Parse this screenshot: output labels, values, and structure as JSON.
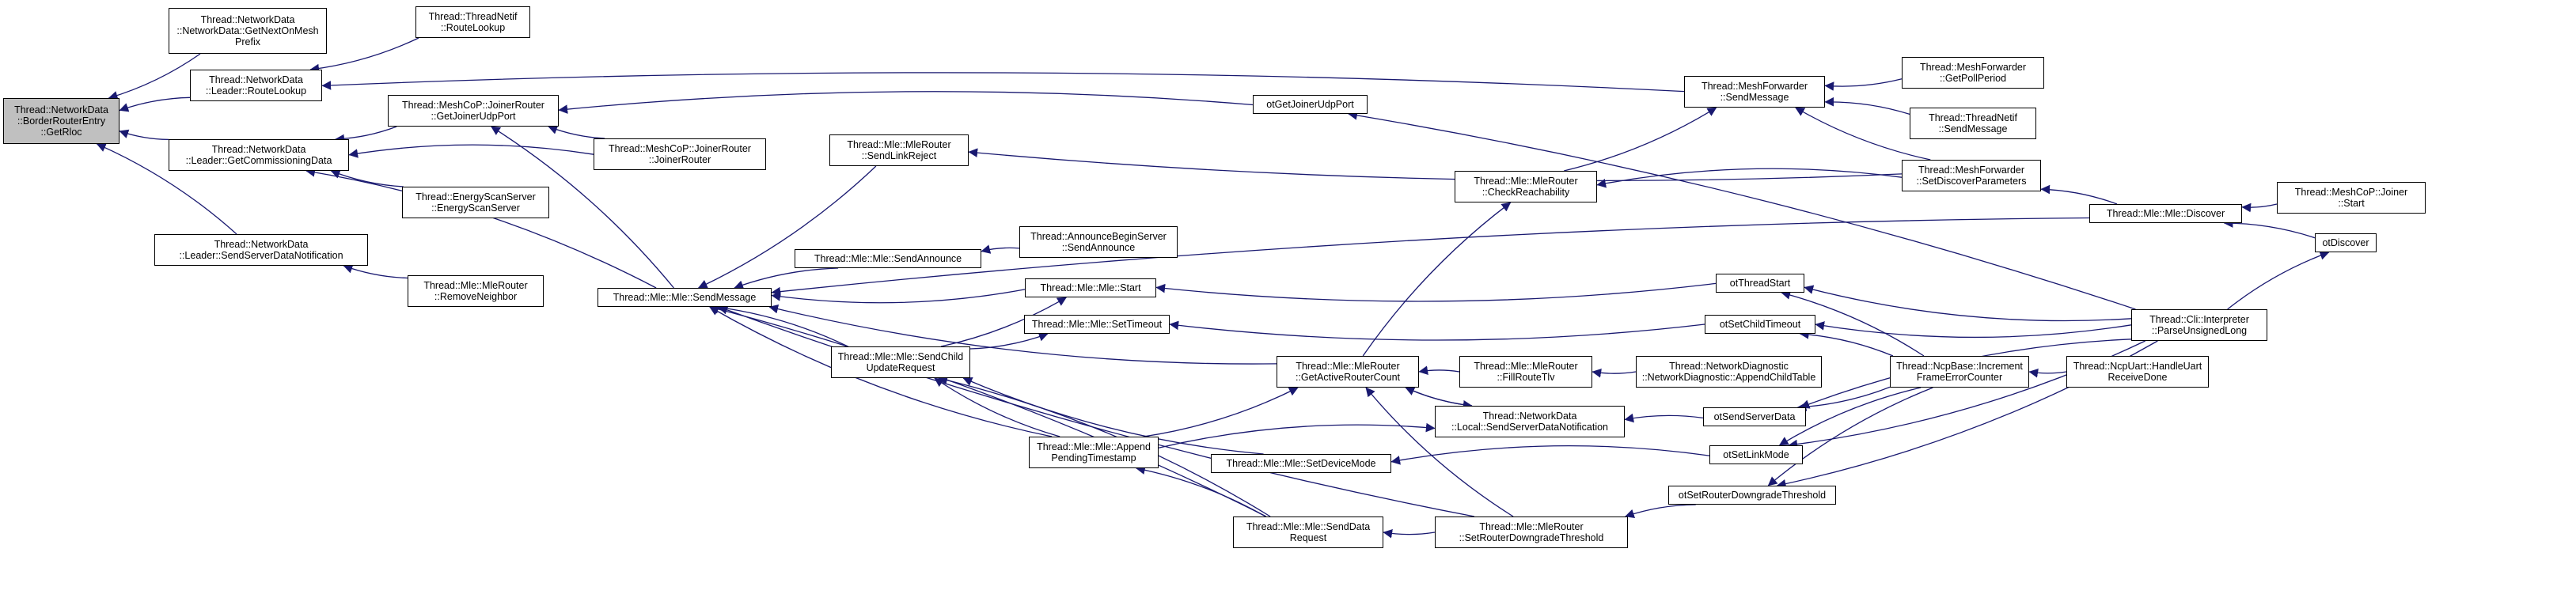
{
  "graph": {
    "edge_color": "#191970",
    "root_fill": "#c0c0c0",
    "node_fill": "#ffffff",
    "nodes": [
      {
        "id": "root",
        "lines": [
          "Thread::NetworkData",
          "::BorderRouterEntry",
          "::GetRloc"
        ]
      },
      {
        "id": "getnext",
        "lines": [
          "Thread::NetworkData",
          "::NetworkData::GetNextOnMesh",
          "Prefix"
        ]
      },
      {
        "id": "routelookup",
        "lines": [
          "Thread::NetworkData",
          "::Leader::RouteLookup"
        ]
      },
      {
        "id": "getcomm",
        "lines": [
          "Thread::NetworkData",
          "::Leader::GetCommissioningData"
        ]
      },
      {
        "id": "sendsrv",
        "lines": [
          "Thread::NetworkData",
          "::Leader::SendServerDataNotification"
        ]
      },
      {
        "id": "tnroutelookup",
        "lines": [
          "Thread::ThreadNetif",
          "::RouteLookup"
        ]
      },
      {
        "id": "joinerudp",
        "lines": [
          "Thread::MeshCoP::JoinerRouter",
          "::GetJoinerUdpPort"
        ]
      },
      {
        "id": "joinerrouter",
        "lines": [
          "Thread::MeshCoP::JoinerRouter",
          "::JoinerRouter"
        ]
      },
      {
        "id": "energy",
        "lines": [
          "Thread::EnergyScanServer",
          "::EnergyScanServer"
        ]
      },
      {
        "id": "removeneighbor",
        "lines": [
          "Thread::Mle::MleRouter",
          "::RemoveNeighbor"
        ]
      },
      {
        "id": "sendmessage",
        "lines": [
          "Thread::Mle::Mle::SendMessage"
        ]
      },
      {
        "id": "otgetjoiner",
        "lines": [
          "otGetJoinerUdpPort"
        ]
      },
      {
        "id": "mfsend",
        "lines": [
          "Thread::MeshForwarder",
          "::SendMessage"
        ]
      },
      {
        "id": "getpoll",
        "lines": [
          "Thread::MeshForwarder",
          "::GetPollPeriod"
        ]
      },
      {
        "id": "tnsend",
        "lines": [
          "Thread::ThreadNetif",
          "::SendMessage"
        ]
      },
      {
        "id": "linkreject",
        "lines": [
          "Thread::Mle::MleRouter",
          "::SendLinkReject"
        ]
      },
      {
        "id": "checkreach",
        "lines": [
          "Thread::Mle::MleRouter",
          "::CheckReachability"
        ]
      },
      {
        "id": "setdisc",
        "lines": [
          "Thread::MeshForwarder",
          "::SetDiscoverParameters"
        ]
      },
      {
        "id": "discover",
        "lines": [
          "Thread::Mle::Mle::Discover"
        ]
      },
      {
        "id": "joinerstart",
        "lines": [
          "Thread::MeshCoP::Joiner",
          "::Start"
        ]
      },
      {
        "id": "otdiscover",
        "lines": [
          "otDiscover"
        ]
      },
      {
        "id": "sendannounce",
        "lines": [
          "Thread::Mle::Mle::SendAnnounce"
        ]
      },
      {
        "id": "abss",
        "lines": [
          "Thread::AnnounceBeginServer",
          "::SendAnnounce"
        ]
      },
      {
        "id": "mlestart",
        "lines": [
          "Thread::Mle::Mle::Start"
        ]
      },
      {
        "id": "otthreadstart",
        "lines": [
          "otThreadStart"
        ]
      },
      {
        "id": "settimeout",
        "lines": [
          "Thread::Mle::Mle::SetTimeout"
        ]
      },
      {
        "id": "otsetchild",
        "lines": [
          "otSetChildTimeout"
        ]
      },
      {
        "id": "cli",
        "lines": [
          "Thread::Cli::Interpreter",
          "::ParseUnsignedLong"
        ]
      },
      {
        "id": "childupdate",
        "lines": [
          "Thread::Mle::Mle::SendChild",
          "UpdateRequest"
        ]
      },
      {
        "id": "activerouter",
        "lines": [
          "Thread::Mle::MleRouter",
          "::GetActiveRouterCount"
        ]
      },
      {
        "id": "filltlv",
        "lines": [
          "Thread::Mle::MleRouter",
          "::FillRouteTlv"
        ]
      },
      {
        "id": "appendchild",
        "lines": [
          "Thread::NetworkDiagnostic",
          "::NetworkDiagnostic::AppendChildTable"
        ]
      },
      {
        "id": "ncpinc",
        "lines": [
          "Thread::NcpBase::Increment",
          "FrameErrorCounter"
        ]
      },
      {
        "id": "hud",
        "lines": [
          "Thread::NcpUart::HandleUart",
          "ReceiveDone"
        ]
      },
      {
        "id": "appendpending",
        "lines": [
          "Thread::Mle::Mle::Append",
          "PendingTimestamp"
        ]
      },
      {
        "id": "localsend",
        "lines": [
          "Thread::NetworkData",
          "::Local::SendServerDataNotification"
        ]
      },
      {
        "id": "otsetserver",
        "lines": [
          "otSendServerData"
        ]
      },
      {
        "id": "devmode",
        "lines": [
          "Thread::Mle::Mle::SetDeviceMode"
        ]
      },
      {
        "id": "otsetlink",
        "lines": [
          "otSetLinkMode"
        ]
      },
      {
        "id": "otsetdown",
        "lines": [
          "otSetRouterDowngradeThreshold"
        ]
      },
      {
        "id": "senddata",
        "lines": [
          "Thread::Mle::Mle::SendData",
          "Request"
        ]
      },
      {
        "id": "setdown",
        "lines": [
          "Thread::Mle::MleRouter",
          "::SetRouterDowngradeThreshold"
        ]
      }
    ],
    "edges": [
      [
        "getnext",
        "root"
      ],
      [
        "routelookup",
        "root"
      ],
      [
        "getcomm",
        "root"
      ],
      [
        "sendsrv",
        "root"
      ],
      [
        "tnroutelookup",
        "routelookup"
      ],
      [
        "mfsend",
        "routelookup"
      ],
      [
        "joinerudp",
        "getcomm"
      ],
      [
        "joinerrouter",
        "getcomm"
      ],
      [
        "energy",
        "getcomm"
      ],
      [
        "sendmessage",
        "getcomm"
      ],
      [
        "removeneighbor",
        "sendsrv"
      ],
      [
        "otgetjoiner",
        "joinerudp"
      ],
      [
        "joinerrouter",
        "joinerudp"
      ],
      [
        "sendmessage",
        "joinerudp"
      ],
      [
        "linkreject",
        "sendmessage"
      ],
      [
        "sendannounce",
        "sendmessage"
      ],
      [
        "mlestart",
        "sendmessage"
      ],
      [
        "discover",
        "sendmessage"
      ],
      [
        "activerouter",
        "sendmessage"
      ],
      [
        "childupdate",
        "sendmessage"
      ],
      [
        "appendpending",
        "sendmessage"
      ],
      [
        "senddata",
        "sendmessage"
      ],
      [
        "setdown",
        "sendmessage"
      ],
      [
        "cli",
        "otgetjoiner"
      ],
      [
        "getpoll",
        "mfsend"
      ],
      [
        "tnsend",
        "mfsend"
      ],
      [
        "setdisc",
        "mfsend"
      ],
      [
        "checkreach",
        "mfsend"
      ],
      [
        "setdisc",
        "linkreject"
      ],
      [
        "setdisc",
        "checkreach"
      ],
      [
        "activerouter",
        "checkreach"
      ],
      [
        "discover",
        "setdisc"
      ],
      [
        "joinerstart",
        "discover"
      ],
      [
        "otdiscover",
        "discover"
      ],
      [
        "cli",
        "otdiscover"
      ],
      [
        "abss",
        "sendannounce"
      ],
      [
        "otthreadstart",
        "mlestart"
      ],
      [
        "childupdate",
        "mlestart"
      ],
      [
        "cli",
        "otthreadstart"
      ],
      [
        "ncpinc",
        "otthreadstart"
      ],
      [
        "otsetchild",
        "settimeout"
      ],
      [
        "childupdate",
        "settimeout"
      ],
      [
        "cli",
        "otsetchild"
      ],
      [
        "ncpinc",
        "otsetchild"
      ],
      [
        "appendpending",
        "childupdate"
      ],
      [
        "senddata",
        "childupdate"
      ],
      [
        "devmode",
        "childupdate"
      ],
      [
        "filltlv",
        "activerouter"
      ],
      [
        "localsend",
        "activerouter"
      ],
      [
        "appendpending",
        "activerouter"
      ],
      [
        "setdown",
        "activerouter"
      ],
      [
        "activerouter",
        "localsend"
      ],
      [
        "appendchild",
        "filltlv"
      ],
      [
        "otsetserver",
        "localsend"
      ],
      [
        "appendpending",
        "localsend"
      ],
      [
        "cli",
        "otsetserver"
      ],
      [
        "ncpinc",
        "otsetserver"
      ],
      [
        "otsetlink",
        "devmode"
      ],
      [
        "cli",
        "otsetlink"
      ],
      [
        "ncpinc",
        "otsetlink"
      ],
      [
        "hud",
        "ncpinc"
      ],
      [
        "senddata",
        "appendpending"
      ],
      [
        "setdown",
        "senddata"
      ],
      [
        "otsetdown",
        "setdown"
      ],
      [
        "cli",
        "otsetdown"
      ],
      [
        "ncpinc",
        "otsetdown"
      ]
    ]
  }
}
